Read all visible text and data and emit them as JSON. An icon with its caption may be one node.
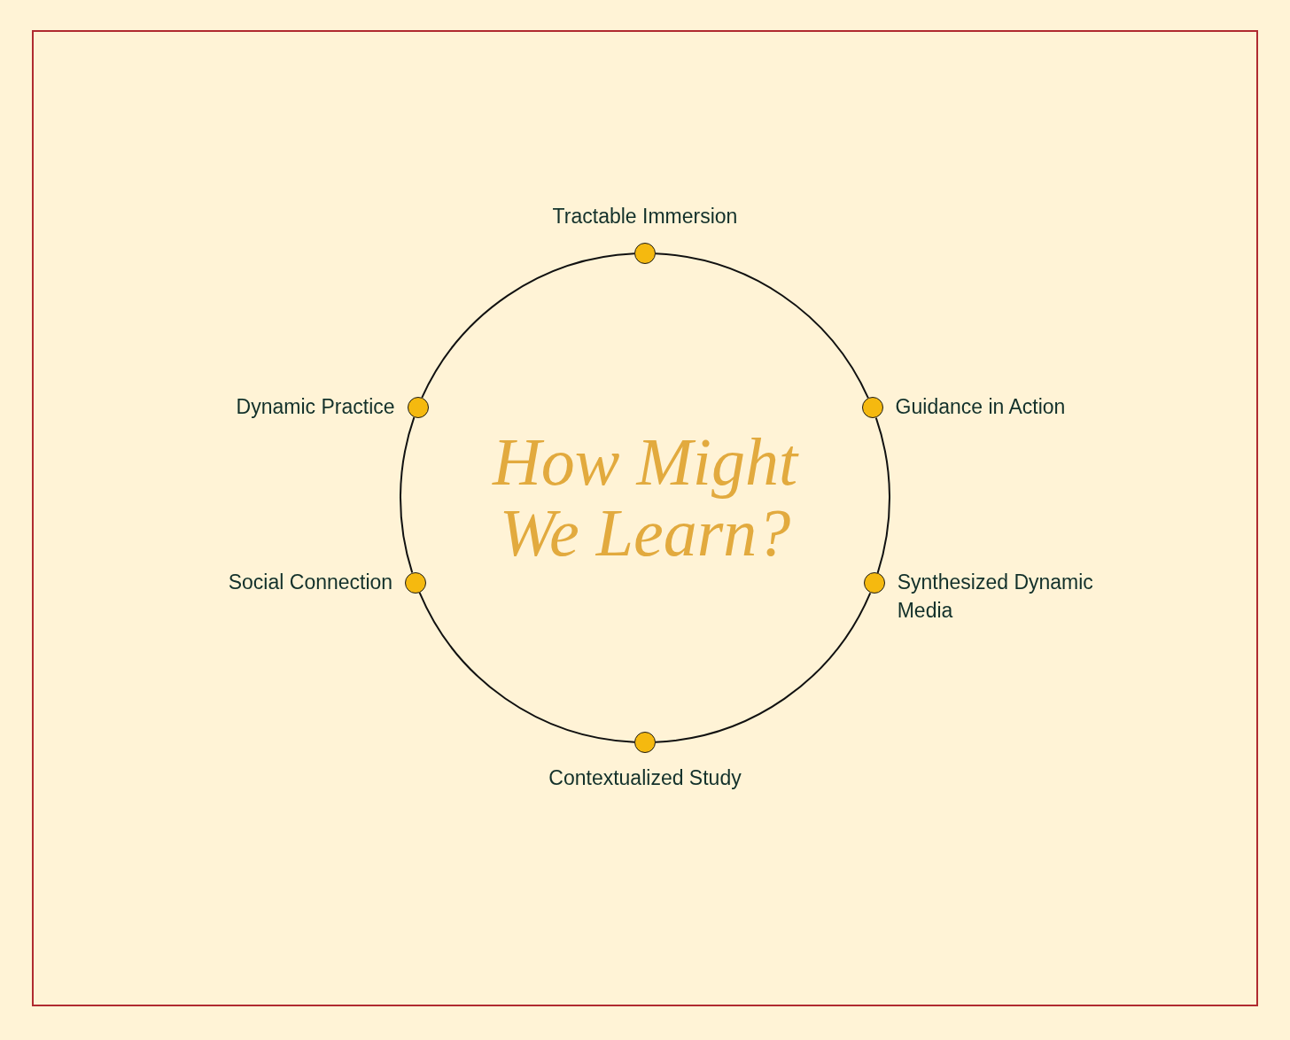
{
  "diagram": {
    "title": "How Might We Learn?",
    "nodes": [
      {
        "text": [],
        "shape": "circle",
        "beside": [
          "Tractable Immersion"
        ]
      },
      {
        "text": [],
        "shape": "circle",
        "beside": [
          "Dynamic Practice"
        ]
      },
      {
        "text": [],
        "shape": "circle",
        "beside": [
          "Guidance in Action"
        ]
      },
      {
        "text": [],
        "shape": "circle",
        "beside": [
          "Social Connection"
        ]
      },
      {
        "text": [],
        "shape": "circle",
        "beside": [
          "Synthesized Dynamic Media"
        ]
      },
      {
        "text": [],
        "shape": "circle",
        "beside": [
          "Contextualized Study"
        ]
      }
    ],
    "edges": [
      {
        "from": 0,
        "to": 2,
        "arrow": "none"
      },
      {
        "from": 2,
        "to": 4,
        "arrow": "none"
      },
      {
        "from": 4,
        "to": 5,
        "arrow": "none"
      },
      {
        "from": 5,
        "to": 3,
        "arrow": "none"
      },
      {
        "from": 3,
        "to": 1,
        "arrow": "none"
      },
      {
        "from": 1,
        "to": 0,
        "arrow": "none"
      }
    ]
  }
}
